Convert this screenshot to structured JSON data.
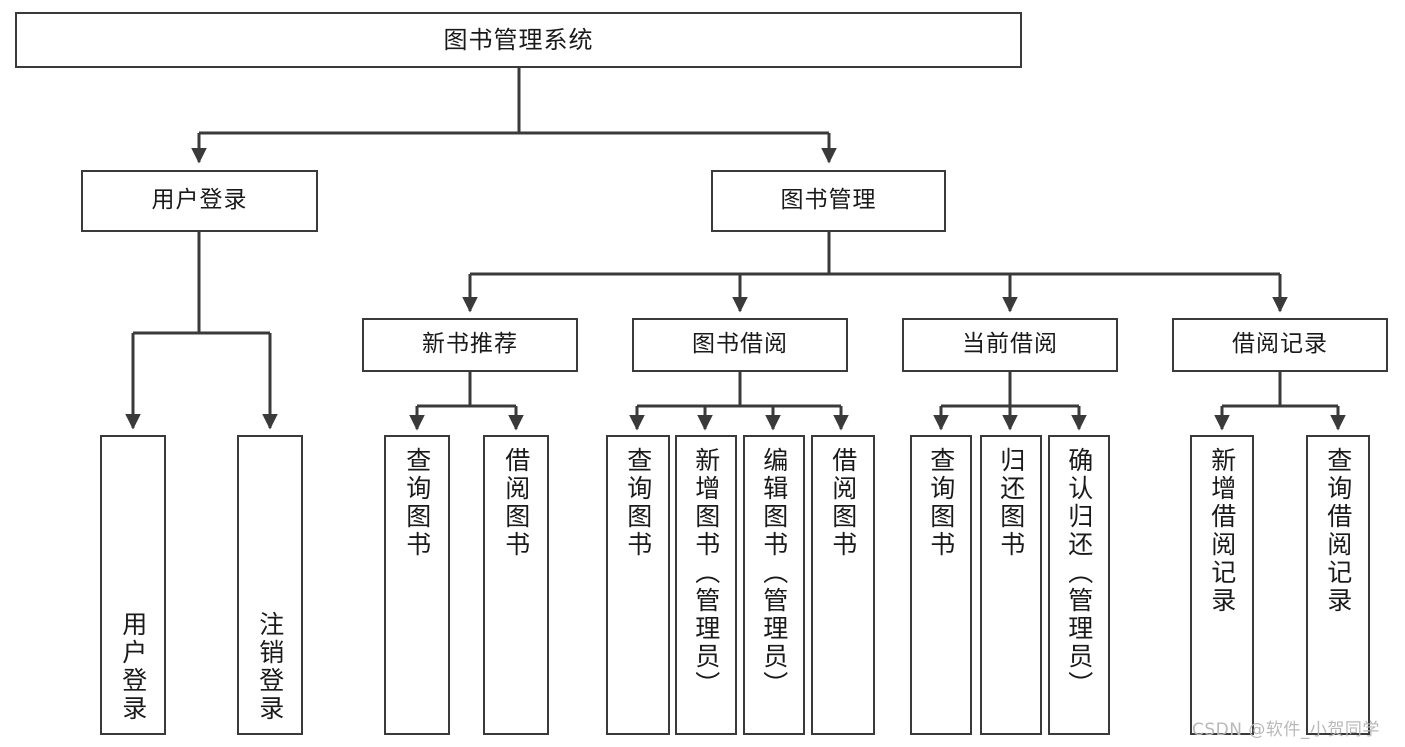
{
  "diagram": {
    "title_node": {
      "label": "图书管理系统"
    },
    "level1": [
      {
        "id": "user-login",
        "label": "用户登录"
      },
      {
        "id": "book-management",
        "label": "图书管理"
      }
    ],
    "level2": [
      {
        "id": "new-book-recommendation",
        "label": "新书推荐"
      },
      {
        "id": "book-borrow",
        "label": "图书借阅"
      },
      {
        "id": "current-borrow",
        "label": "当前借阅"
      },
      {
        "id": "borrow-record",
        "label": "借阅记录"
      }
    ],
    "leaves": [
      {
        "id": "leaf-user-login",
        "label": "用户登录"
      },
      {
        "id": "leaf-logout-login",
        "label": "注销登录"
      },
      {
        "id": "leaf-query-book-1",
        "label": "查询图书"
      },
      {
        "id": "leaf-borrow-book-1",
        "label": "借阅图书"
      },
      {
        "id": "leaf-query-book-2",
        "label": "查询图书"
      },
      {
        "id": "leaf-add-book",
        "label": "新增图书（管理员）"
      },
      {
        "id": "leaf-edit-book",
        "label": "编辑图书（管理员）"
      },
      {
        "id": "leaf-borrow-book-2",
        "label": "借阅图书"
      },
      {
        "id": "leaf-query-book-3",
        "label": "查询图书"
      },
      {
        "id": "leaf-return-book",
        "label": "归还图书"
      },
      {
        "id": "leaf-confirm-return",
        "label": "确认归还（管理员）"
      },
      {
        "id": "leaf-add-borrow-record",
        "label": "新增借阅记录"
      },
      {
        "id": "leaf-query-borrow-record",
        "label": "查询借阅记录"
      }
    ],
    "watermark": "CSDN @软件_小贺同学",
    "colors": {
      "stroke": "#3a3a3a",
      "background": "#ffffff",
      "text": "#1a1a1a",
      "watermark": "#b9b9b9"
    }
  }
}
